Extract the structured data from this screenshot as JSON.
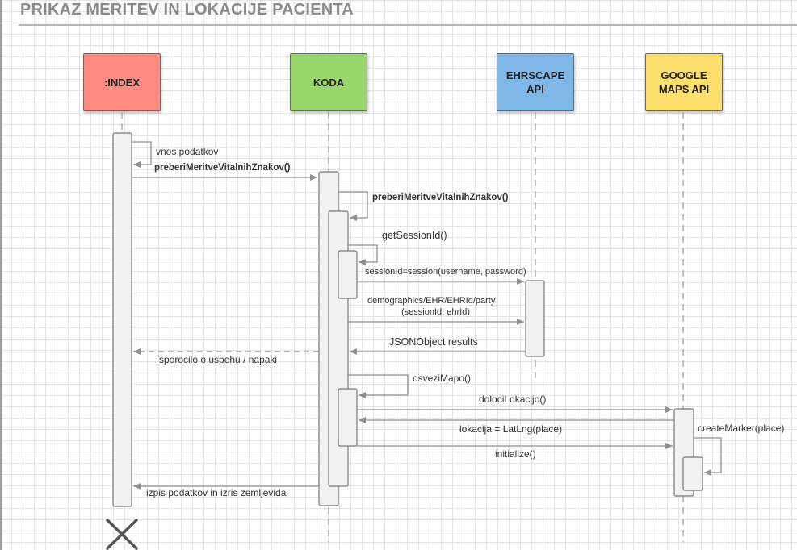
{
  "title": "PRIKAZ MERITEV IN LOKACIJE PACIENTA",
  "actors": [
    {
      "label": ":INDEX",
      "color": "#ff8a80"
    },
    {
      "label": "KODA",
      "color": "#99d66b"
    },
    {
      "label": "EHRSCAPE\nAPI",
      "color": "#7fb8e6"
    },
    {
      "label": "GOOGLE\nMAPS API",
      "color": "#fcdf6d"
    }
  ],
  "messages": {
    "vnos": "vnos podatkov",
    "preberi1": "preberiMeritveVitalnihZnakov()",
    "preberi2": "preberiMeritveVitalnihZnakov()",
    "getsession": "getSessionId()",
    "sessionid": "sessionId=session(username, password)",
    "demographics_1": "demographics/EHR/EHRId/party",
    "demographics_2": "(sessionId, ehrId)",
    "json": "JSONObject results",
    "sporocilo": "sporocilo o uspehu / napaki",
    "osvezi": "osveziMapo()",
    "doloci": "dolociLokacijo()",
    "lokacija": "lokacija = LatLng(place)",
    "initialize": "initialize()",
    "marker": "createMarker(place)",
    "izpis": "izpis podatkov in izris zemljevida"
  }
}
